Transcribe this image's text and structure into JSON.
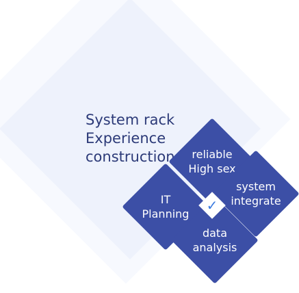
{
  "title": {
    "lines": [
      "System rack",
      "Experience",
      "construction"
    ]
  },
  "tiles": {
    "top": {
      "lines": [
        "reliable",
        "High sex"
      ]
    },
    "left": {
      "lines": [
        "IT",
        "Planning"
      ]
    },
    "right": {
      "lines": [
        "system",
        "integrate"
      ]
    },
    "bottom": {
      "lines": [
        "data",
        "analysis"
      ]
    }
  },
  "center": {
    "icon": "checkmark-icon",
    "glyph": "✓"
  },
  "colors": {
    "tile": "#3c4fa6",
    "title": "#2c3a78",
    "check": "#3a7be0",
    "background_outer": "#f7f9fe",
    "background_inner": "#eef2fc"
  }
}
